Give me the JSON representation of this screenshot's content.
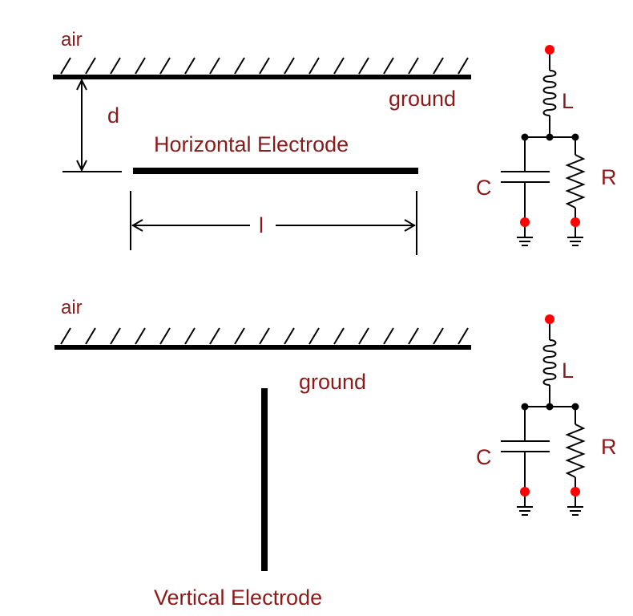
{
  "colors": {
    "label_red": "#8b1a1a",
    "node_red": "#ff0000",
    "line": "#000000",
    "background": "#ffffff"
  },
  "top_panel": {
    "air_label": "air",
    "ground_label": "ground",
    "electrode_label": "Horizontal  Electrode",
    "depth_label": "d",
    "length_label": "l",
    "circuit": {
      "inductor_label": "L",
      "capacitor_label": "C",
      "resistor_label": "R"
    }
  },
  "bottom_panel": {
    "air_label": "air",
    "ground_label": "ground",
    "electrode_label": "Vertical  Electrode",
    "circuit": {
      "inductor_label": "L",
      "capacitor_label": "C",
      "resistor_label": "R"
    }
  }
}
